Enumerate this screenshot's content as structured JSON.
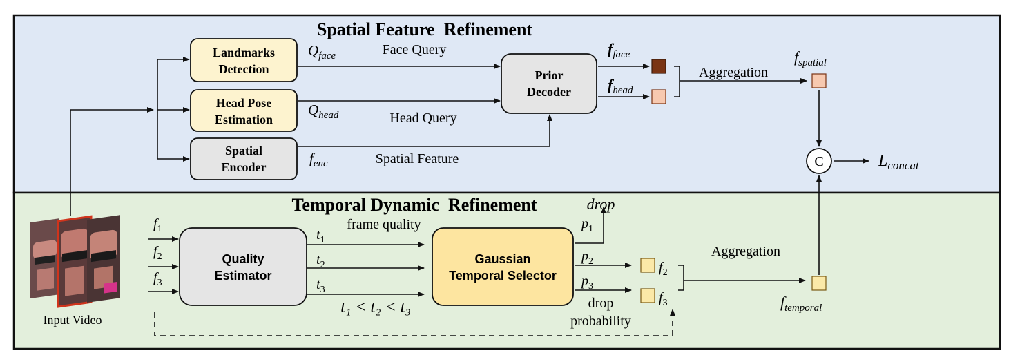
{
  "colors": {
    "spatial_bg": "#dfe8f5",
    "temporal_bg": "#e3efdc",
    "border": "#111111",
    "yellow_box": "#fdf3cf",
    "gray_box": "#e5e5e5",
    "gaussian_box": "#fde5a0",
    "dark_square": "#7a3414",
    "salmon_square": "#f7c9b0",
    "yellow_square": "#fbe9a8"
  },
  "spatial": {
    "title": "Spatial Feature  Refinement",
    "landmarks": {
      "line1": "Landmarks",
      "line2": "Detection"
    },
    "headpose": {
      "line1": "Head Pose",
      "line2": "Estimation"
    },
    "encoder": {
      "line1": "Spatial",
      "line2": "Encoder"
    },
    "prior": {
      "line1": "Prior",
      "line2": "Decoder"
    },
    "q_face": {
      "base": "Q",
      "sub": "face"
    },
    "q_head": {
      "base": "Q",
      "sub": "head"
    },
    "f_enc": {
      "base": "f",
      "sub": "enc"
    },
    "face_query": "Face Query",
    "head_query": "Head Query",
    "spatial_feature": "Spatial Feature",
    "f_face": {
      "base": "f",
      "sub": "face"
    },
    "f_head": {
      "base": "f",
      "sub": "head"
    },
    "aggregation": "Aggregation",
    "f_spatial": {
      "base": "f",
      "sub": "spatial"
    },
    "concat": "C",
    "l_concat": {
      "base": "L",
      "sub": "concat"
    }
  },
  "temporal": {
    "title": "Temporal Dynamic  Refinement",
    "input_video": "Input Video",
    "inputs": [
      {
        "base": "f",
        "sub": "1"
      },
      {
        "base": "f",
        "sub": "2"
      },
      {
        "base": "f",
        "sub": "3"
      }
    ],
    "quality": {
      "line1": "Quality",
      "line2": "Estimator"
    },
    "frame_quality": "frame quality",
    "ts": [
      {
        "base": "t",
        "sub": "1"
      },
      {
        "base": "t",
        "sub": "2"
      },
      {
        "base": "t",
        "sub": "3"
      }
    ],
    "ordering": "t₁ < t₂ < t₃",
    "gaussian": {
      "line1": "Gaussian",
      "line2": "Temporal Selector"
    },
    "drop_top": "drop",
    "ps": [
      {
        "base": "p",
        "sub": "1"
      },
      {
        "base": "p",
        "sub": "2"
      },
      {
        "base": "p",
        "sub": "3"
      }
    ],
    "drop_bottom": "drop",
    "probability": "probability",
    "out_f2": {
      "base": "f",
      "sub": "2"
    },
    "out_f3": {
      "base": "f",
      "sub": "3"
    },
    "aggregation": "Aggregation",
    "f_temporal": {
      "base": "f",
      "sub": "temporal"
    }
  }
}
